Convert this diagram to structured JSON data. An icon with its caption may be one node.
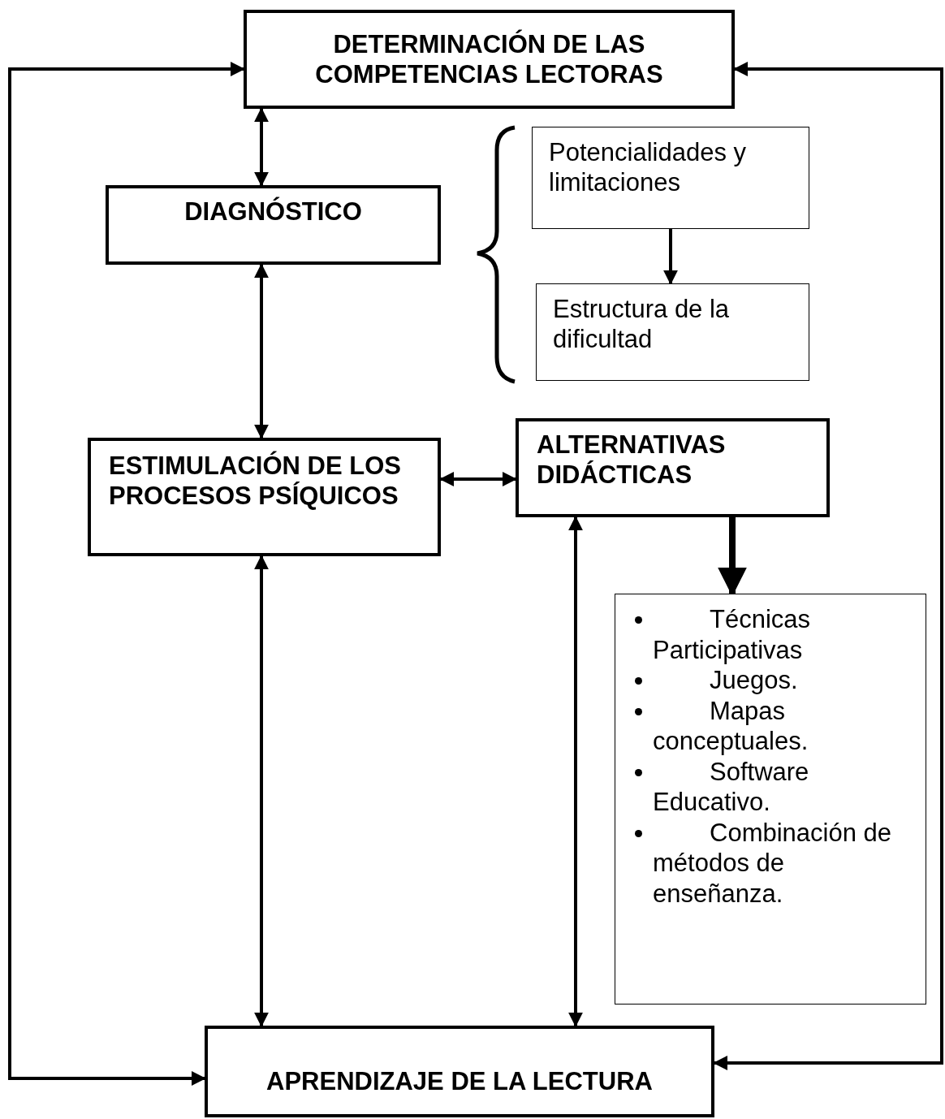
{
  "diagram": {
    "nodes": [
      {
        "text": [
          "DETERMINACIÓN DE LAS COMPETENCIAS LECTORAS"
        ]
      },
      {
        "text": [
          "DIAGNÓSTICO"
        ]
      },
      {
        "text": [
          "Potencialidades y limitaciones"
        ]
      },
      {
        "text": [
          "Estructura de la dificultad"
        ]
      },
      {
        "text": [
          "ESTIMULACIÓN DE LOS PROCESOS PSÍQUICOS"
        ]
      },
      {
        "text": [
          "ALTERNATIVAS DIDÁCTICAS"
        ]
      },
      {
        "text": [
          "Técnicas Participativas",
          "Juegos.",
          "Mapas conceptuales.",
          "Software Educativo.",
          "Combinación de métodos de enseñanza."
        ]
      },
      {
        "text": [
          "APRENDIZAJE DE LA LECTURA"
        ]
      }
    ],
    "edges": [
      {
        "from": 0,
        "to": 1,
        "arrow": "both"
      },
      {
        "from": 1,
        "to": 4,
        "arrow": "both"
      },
      {
        "from": 4,
        "to": 7,
        "arrow": "both"
      },
      {
        "from": 4,
        "to": 5,
        "arrow": "both"
      },
      {
        "from": 5,
        "to": 7,
        "arrow": "both"
      },
      {
        "from": 5,
        "to": 6,
        "arrow": "to",
        "style": "thick"
      },
      {
        "from": 2,
        "to": 3,
        "arrow": "to"
      },
      {
        "from": 0,
        "to": 7,
        "arrow": "both"
      },
      {
        "from": 0,
        "to": 7,
        "arrow": "both"
      }
    ]
  }
}
